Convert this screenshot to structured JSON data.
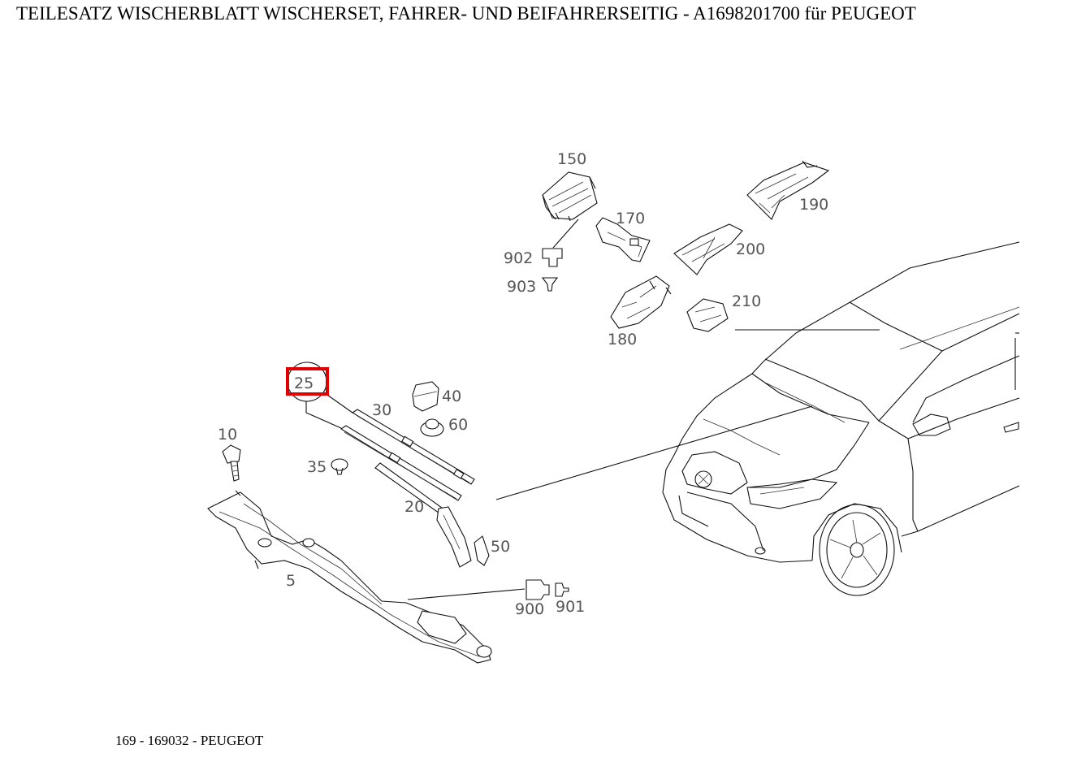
{
  "header": {
    "title": "TEILESATZ WISCHERBLATT WISCHERSET, FAHRER- UND BEIFAHRERSEITIG - A1698201700 für PEUGEOT"
  },
  "footer": {
    "text": "169 - 169032 - PEUGEOT"
  },
  "diagram": {
    "labels": [
      "150",
      "170",
      "190",
      "200",
      "902",
      "903",
      "180",
      "210",
      "25",
      "30",
      "40",
      "60",
      "10",
      "35",
      "20",
      "50",
      "5",
      "900",
      "901"
    ],
    "highlighted_part": "25",
    "highlight_color": "#e00000"
  }
}
